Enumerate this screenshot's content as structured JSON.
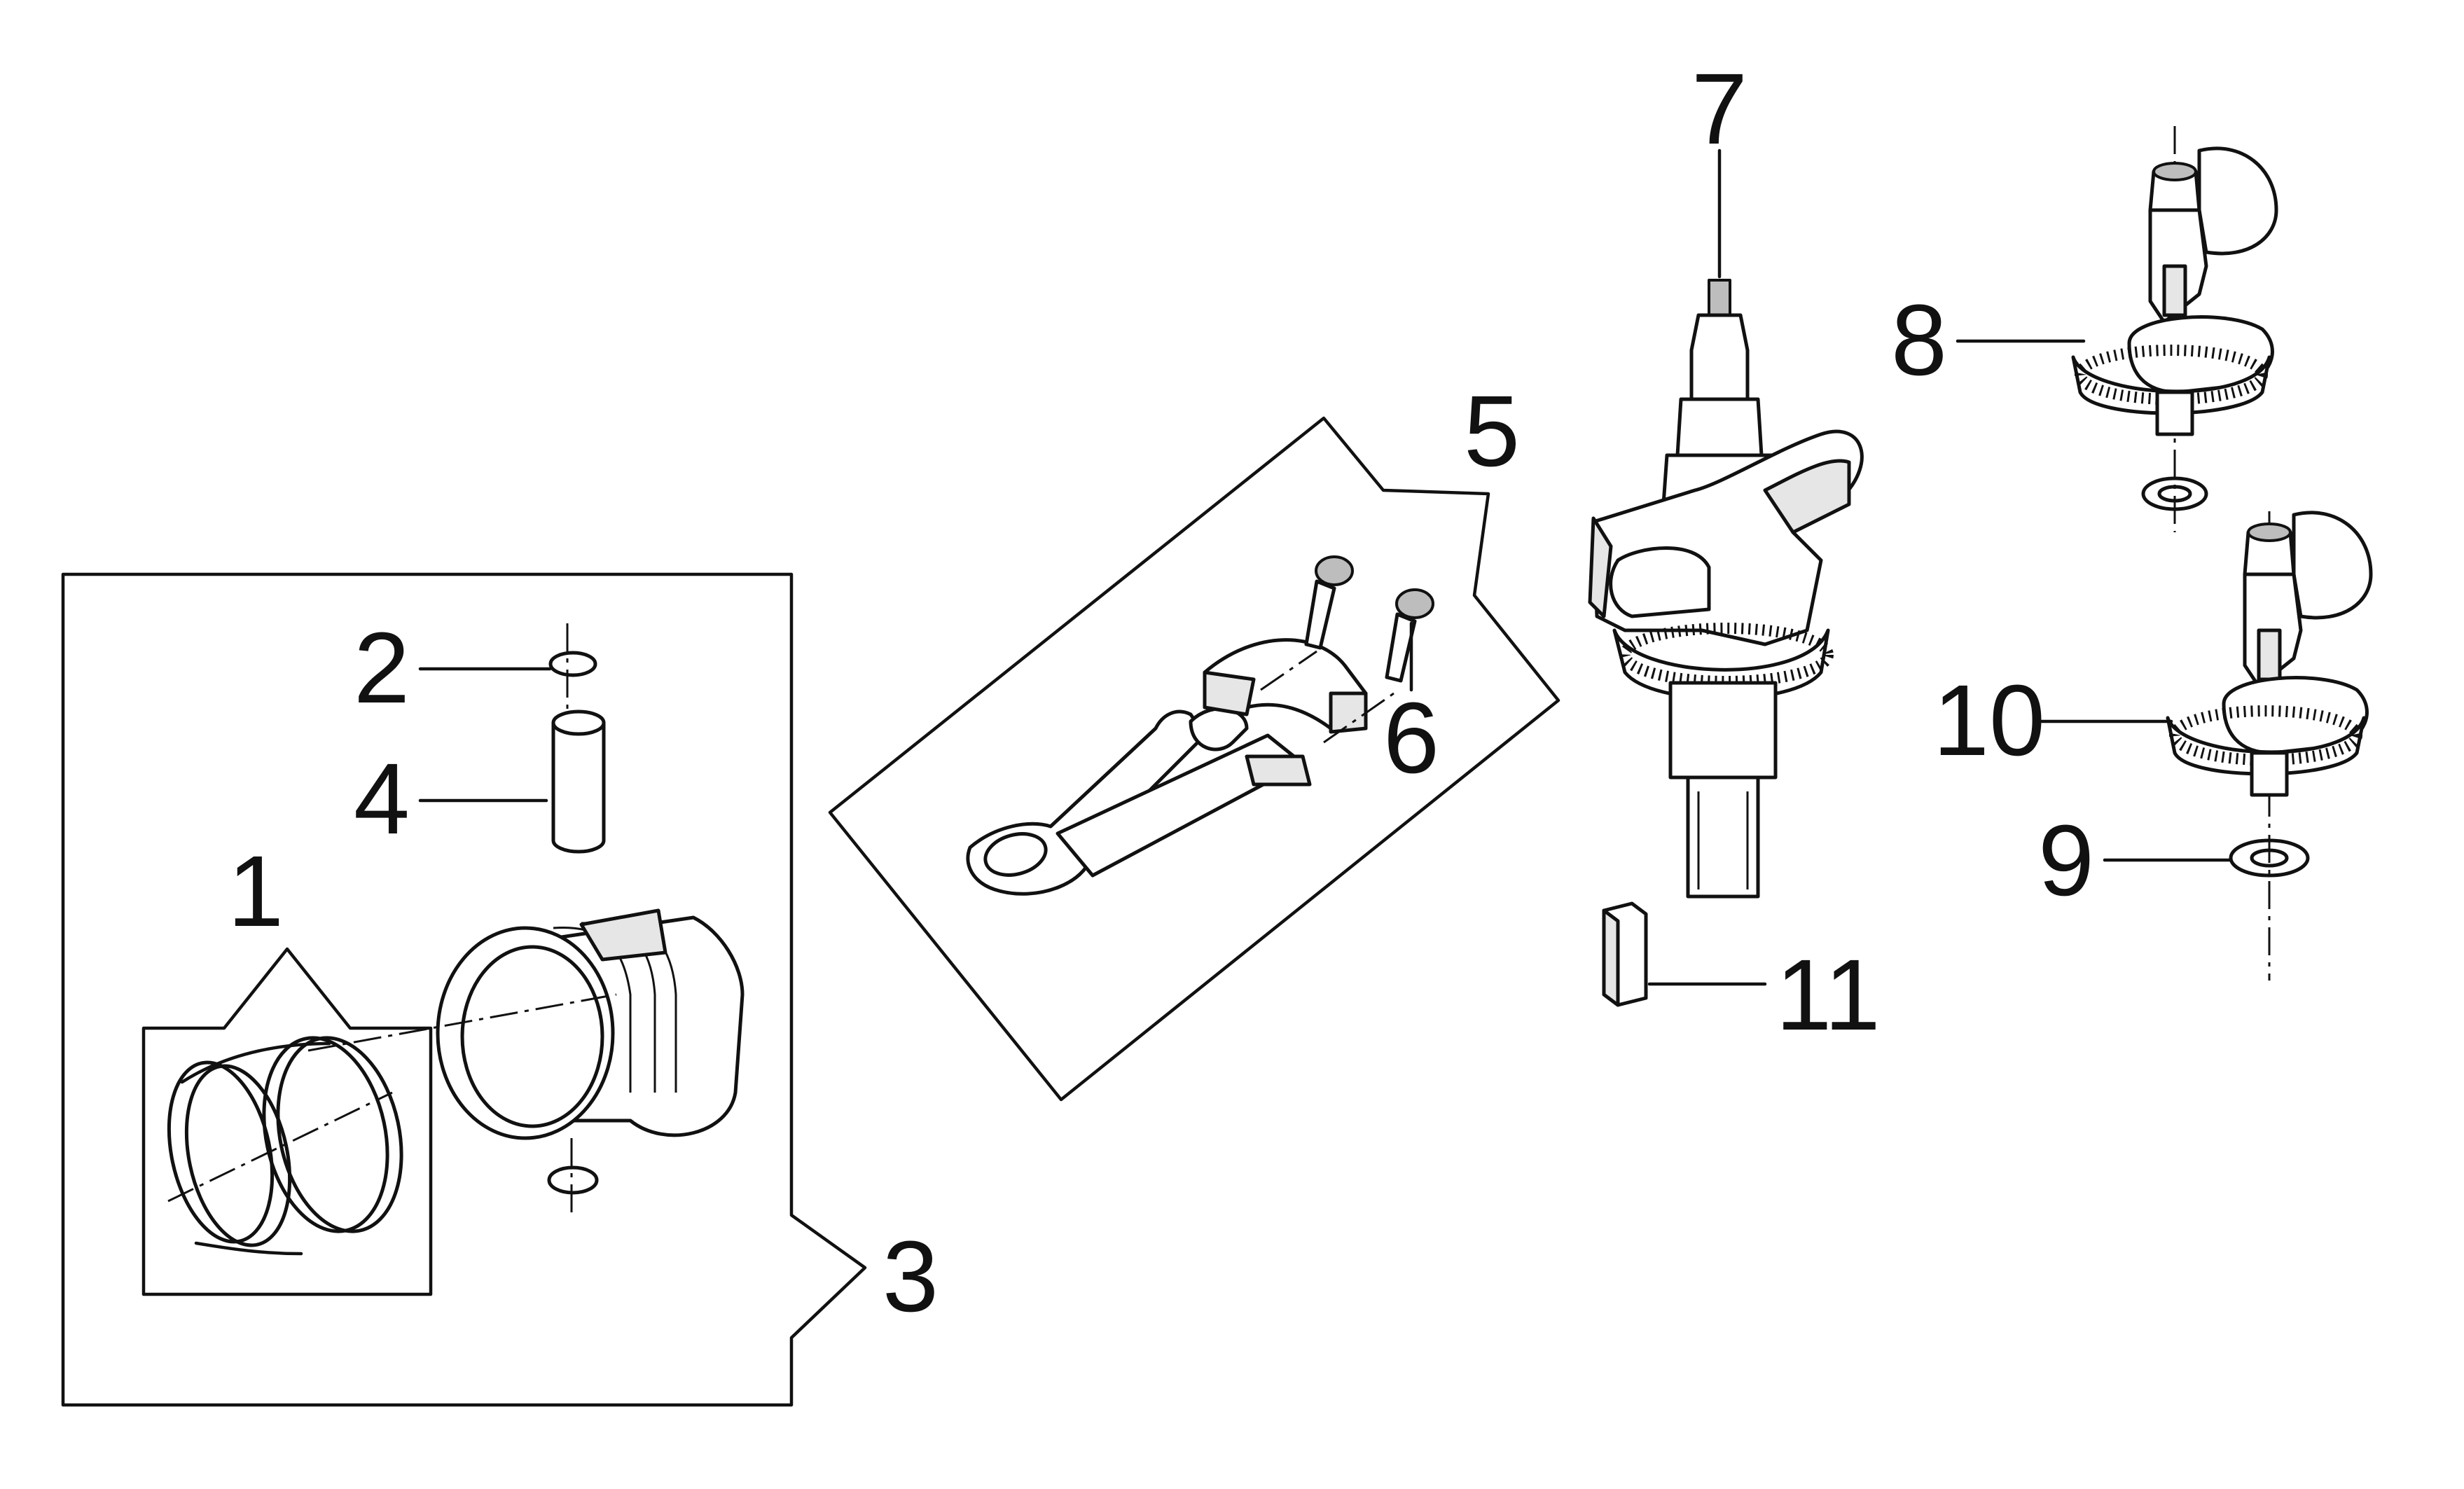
{
  "diagram": {
    "labels": {
      "piston_rings": "1",
      "piston_pin_clip": "2",
      "piston_assembly": "3",
      "piston_pin": "4",
      "connecting_rod": "5",
      "connecting_rod_bolt": "6",
      "crankshaft": "7",
      "crankshaft_variant_a": "8",
      "washer": "9",
      "crankshaft_variant_b": "10",
      "key": "11"
    }
  }
}
